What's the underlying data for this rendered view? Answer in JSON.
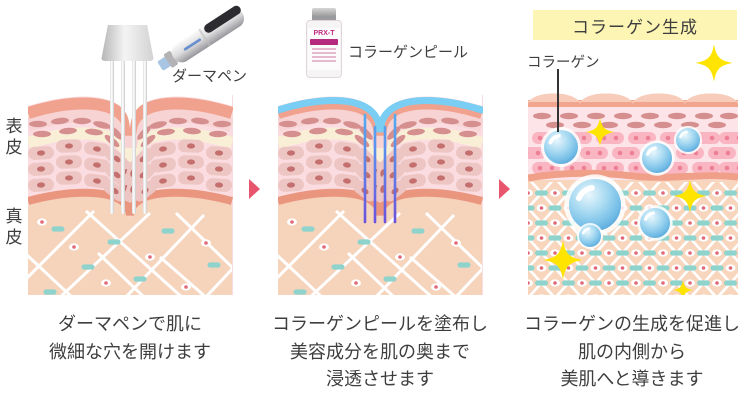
{
  "skin_labels": {
    "epidermis": "表皮",
    "dermis": "真皮"
  },
  "step1": {
    "device_label": "ダーマペン",
    "caption": [
      "ダーマペンで肌に",
      "微細な穴を開けます"
    ]
  },
  "step2": {
    "product_label": "コラーゲンピール",
    "vial_text": "PRX-T",
    "caption": [
      "コラーゲンピールを塗布し",
      "美容成分を肌の奥まで",
      "浸透させます"
    ]
  },
  "step3": {
    "banner": "コラーゲン生成",
    "collagen_label": "コラーゲン",
    "caption": [
      "コラーゲンの生成を促進し",
      "肌の内側から",
      "美肌へと導きます"
    ]
  },
  "colors": {
    "arrow": "#e8566d",
    "banner_bg": "#fcf5b4",
    "sparkle": "#ffe400",
    "collagen_bubble": "#72bce6",
    "peel_coat": "#7acdf3",
    "channel_top": "#54aef2",
    "channel_bottom": "#6b50dc",
    "dermis": "#f6d3bb",
    "teal_fiber": "#8fd3cd",
    "text": "#3e3e3e"
  }
}
